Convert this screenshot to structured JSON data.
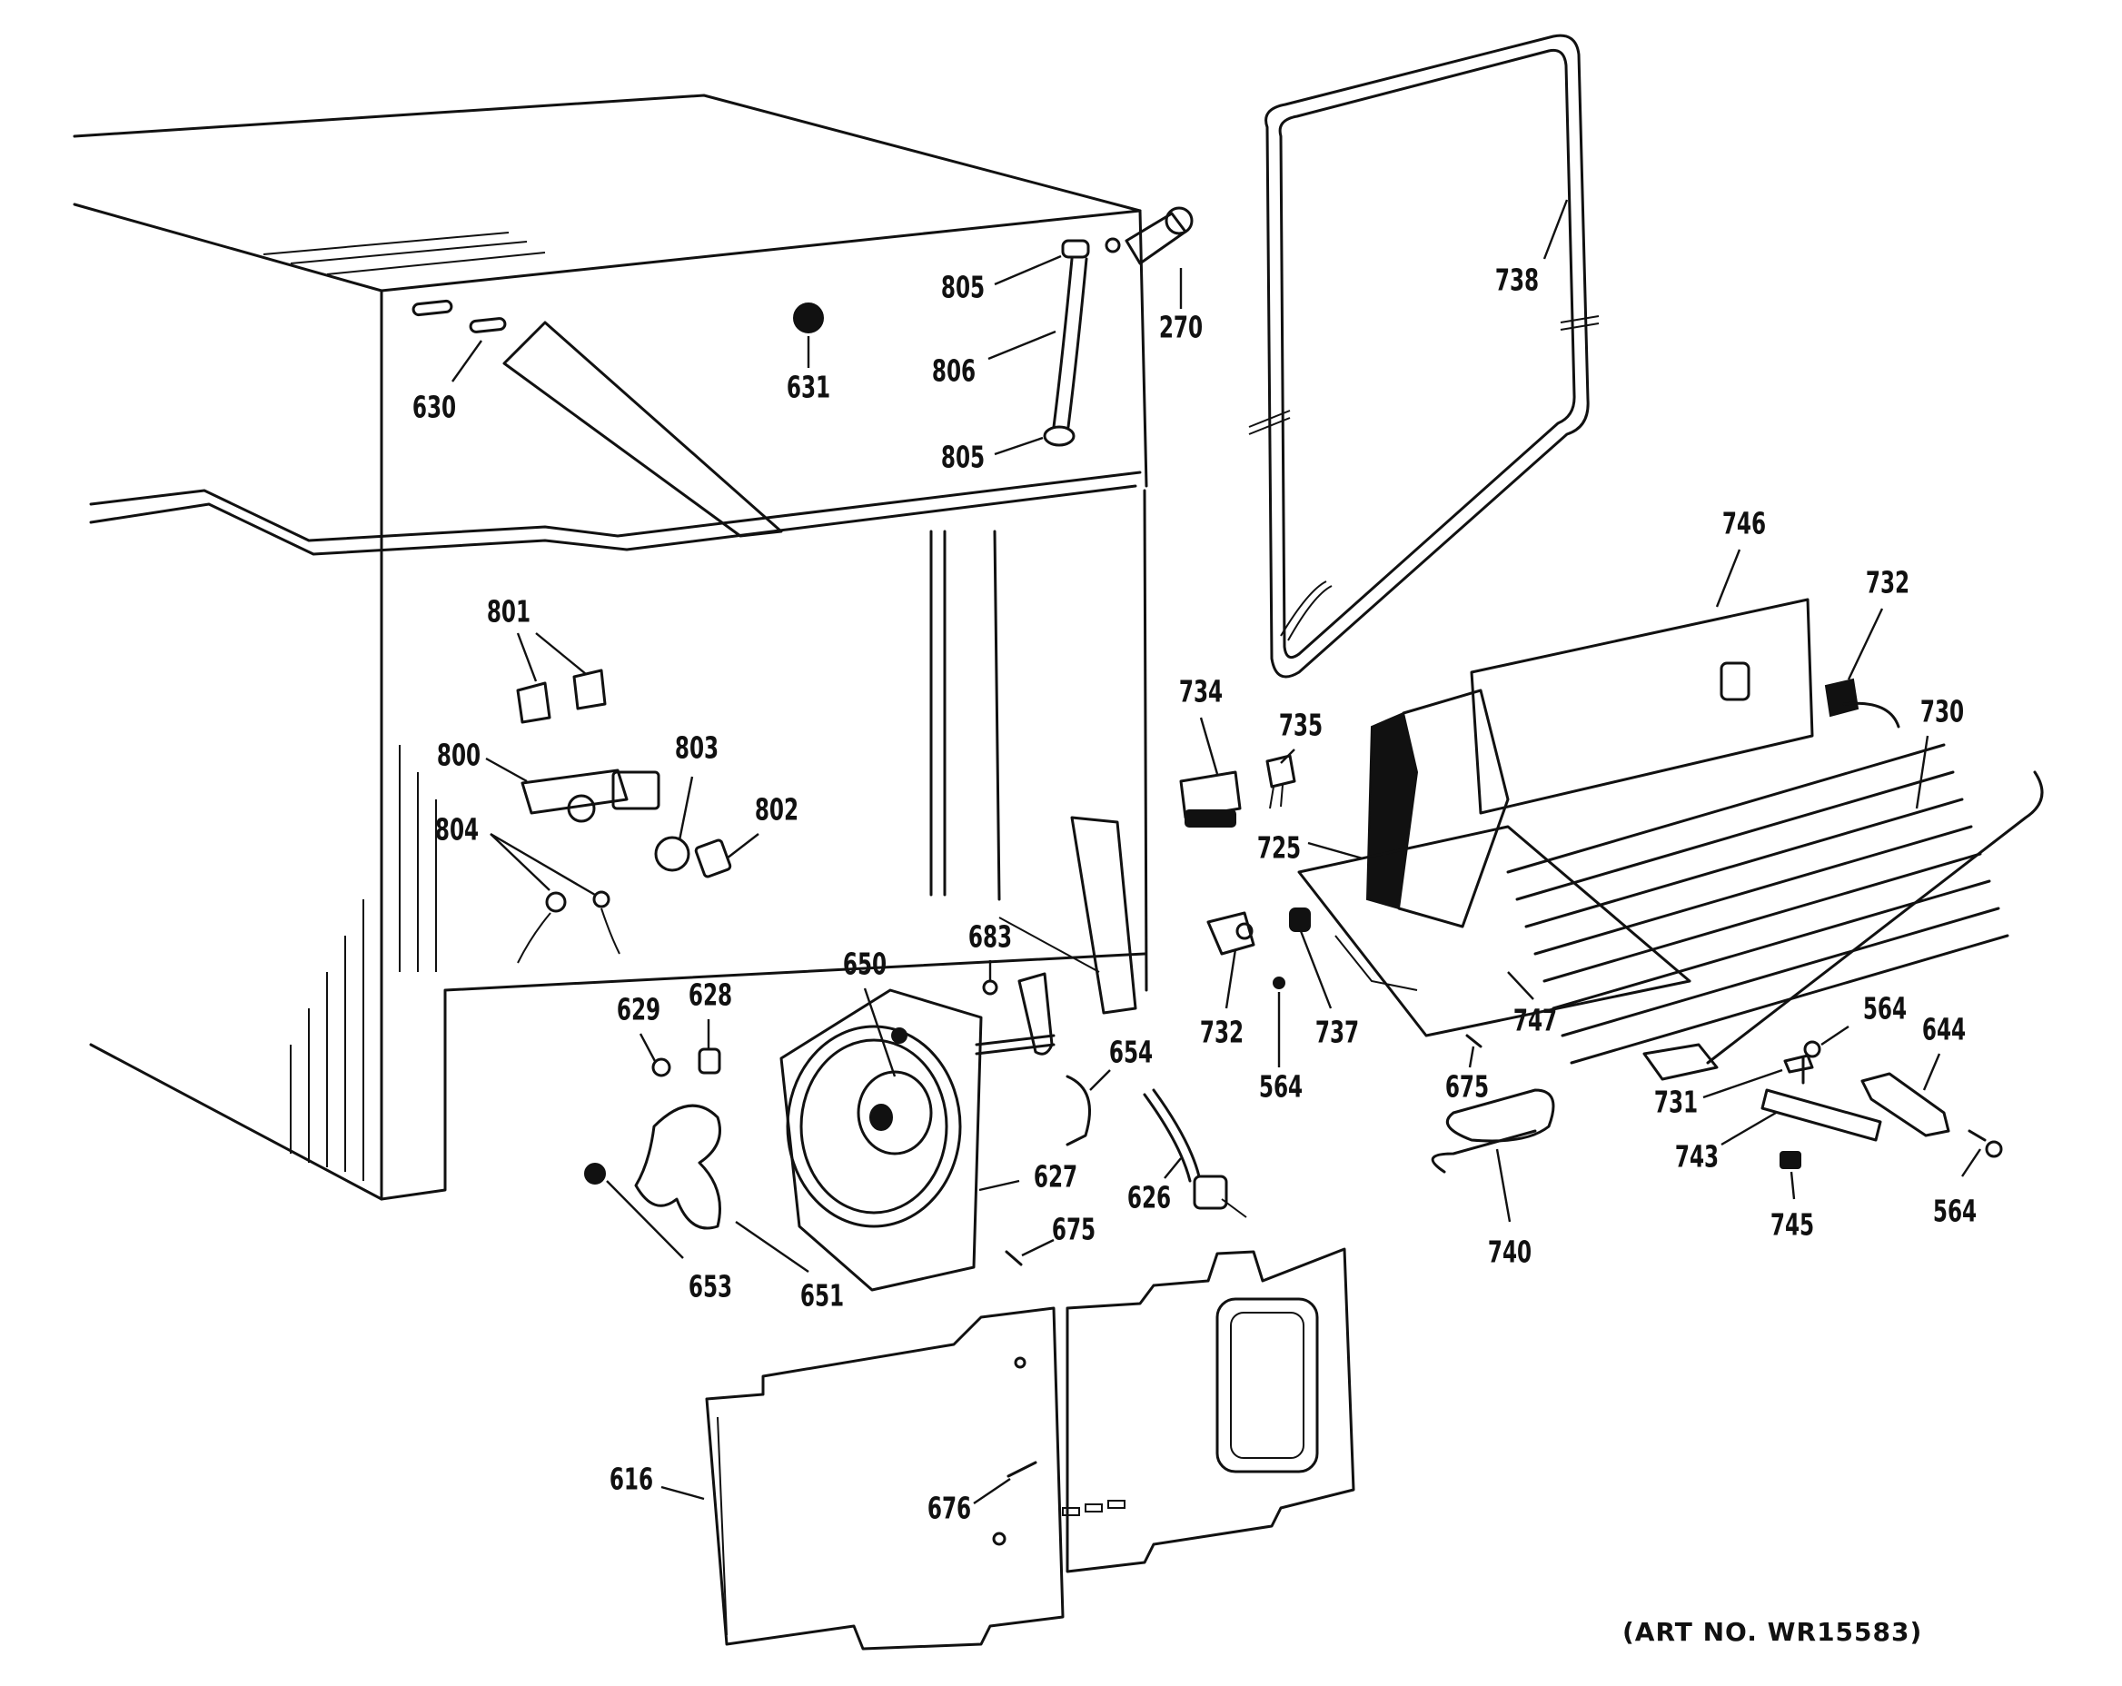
{
  "art_number": "(ART NO. WR15583)",
  "callouts": [
    {
      "id": "630",
      "label": "630"
    },
    {
      "id": "631",
      "label": "631"
    },
    {
      "id": "805a",
      "label": "805"
    },
    {
      "id": "806",
      "label": "806"
    },
    {
      "id": "805b",
      "label": "805"
    },
    {
      "id": "270",
      "label": "270"
    },
    {
      "id": "738",
      "label": "738"
    },
    {
      "id": "801",
      "label": "801"
    },
    {
      "id": "800",
      "label": "800"
    },
    {
      "id": "803",
      "label": "803"
    },
    {
      "id": "804",
      "label": "804"
    },
    {
      "id": "802",
      "label": "802"
    },
    {
      "id": "746",
      "label": "746"
    },
    {
      "id": "732a",
      "label": "732"
    },
    {
      "id": "730",
      "label": "730"
    },
    {
      "id": "734",
      "label": "734"
    },
    {
      "id": "735",
      "label": "735"
    },
    {
      "id": "725",
      "label": "725"
    },
    {
      "id": "683",
      "label": "683"
    },
    {
      "id": "650",
      "label": "650"
    },
    {
      "id": "629",
      "label": "629"
    },
    {
      "id": "628",
      "label": "628"
    },
    {
      "id": "654",
      "label": "654"
    },
    {
      "id": "732b",
      "label": "732"
    },
    {
      "id": "564a",
      "label": "564"
    },
    {
      "id": "737",
      "label": "737"
    },
    {
      "id": "747",
      "label": "747"
    },
    {
      "id": "564b",
      "label": "564"
    },
    {
      "id": "644",
      "label": "644"
    },
    {
      "id": "675a",
      "label": "675"
    },
    {
      "id": "731",
      "label": "731"
    },
    {
      "id": "627",
      "label": "627"
    },
    {
      "id": "626",
      "label": "626"
    },
    {
      "id": "743",
      "label": "743"
    },
    {
      "id": "564c",
      "label": "564"
    },
    {
      "id": "675b",
      "label": "675"
    },
    {
      "id": "740",
      "label": "740"
    },
    {
      "id": "745",
      "label": "745"
    },
    {
      "id": "653",
      "label": "653"
    },
    {
      "id": "651",
      "label": "651"
    },
    {
      "id": "616",
      "label": "616"
    },
    {
      "id": "676",
      "label": "676"
    }
  ]
}
